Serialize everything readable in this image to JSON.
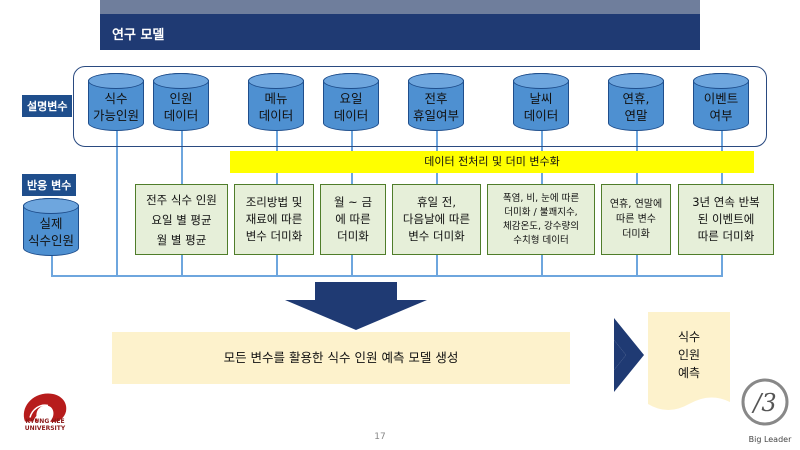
{
  "header": {
    "title": "연구 모델"
  },
  "labels": {
    "explanatory": "설명변수",
    "response": "반응 변수"
  },
  "variables": [
    {
      "label": "식수\n가능인원"
    },
    {
      "label": "인원\n데이터"
    },
    {
      "label": "메뉴\n데이터"
    },
    {
      "label": "요일\n데이터"
    },
    {
      "label": "전후\n휴일여부"
    },
    {
      "label": "날씨\n데이터"
    },
    {
      "label": "연휴,\n연말"
    },
    {
      "label": "이벤트\n여부"
    }
  ],
  "response_var": {
    "label": "실제\n식수인원"
  },
  "preprocess_bar": "데이터 전처리 및 더미 변수화",
  "processing_boxes": [
    {
      "text": "전주 식수 인원\n요일 별 평균\n월 별 평균"
    },
    {
      "text": "조리방법 및\n재료에 따른\n변수 더미화"
    },
    {
      "text": "월 ~ 금\n에 따른\n더미화"
    },
    {
      "text": "휴일 전,\n다음날에 따른\n변수 더미화"
    },
    {
      "text": "폭염, 비, 눈에 따른\n더미화 / 불쾌지수,\n체감온도, 강수량의\n수치형 데이터"
    },
    {
      "text": "연휴, 연말에\n따른 변수\n더미화"
    },
    {
      "text": "3년 연속 반복\n된 이벤트에\n따른 더미화"
    }
  ],
  "model_box": "모든 변수를 활용한 식수 인원 예측 모델 생성",
  "output_doc": "식수\n인원\n예측",
  "page_number": "17",
  "logos": {
    "left": "KYUNG HEE UNIVERSITY",
    "right": "Big Leader"
  },
  "colors": {
    "header": "#1f3a73",
    "cylinder": "#4e90d1",
    "highlight": "#ffff00",
    "box": "#e6efd9",
    "arrow": "#1f3a73"
  }
}
